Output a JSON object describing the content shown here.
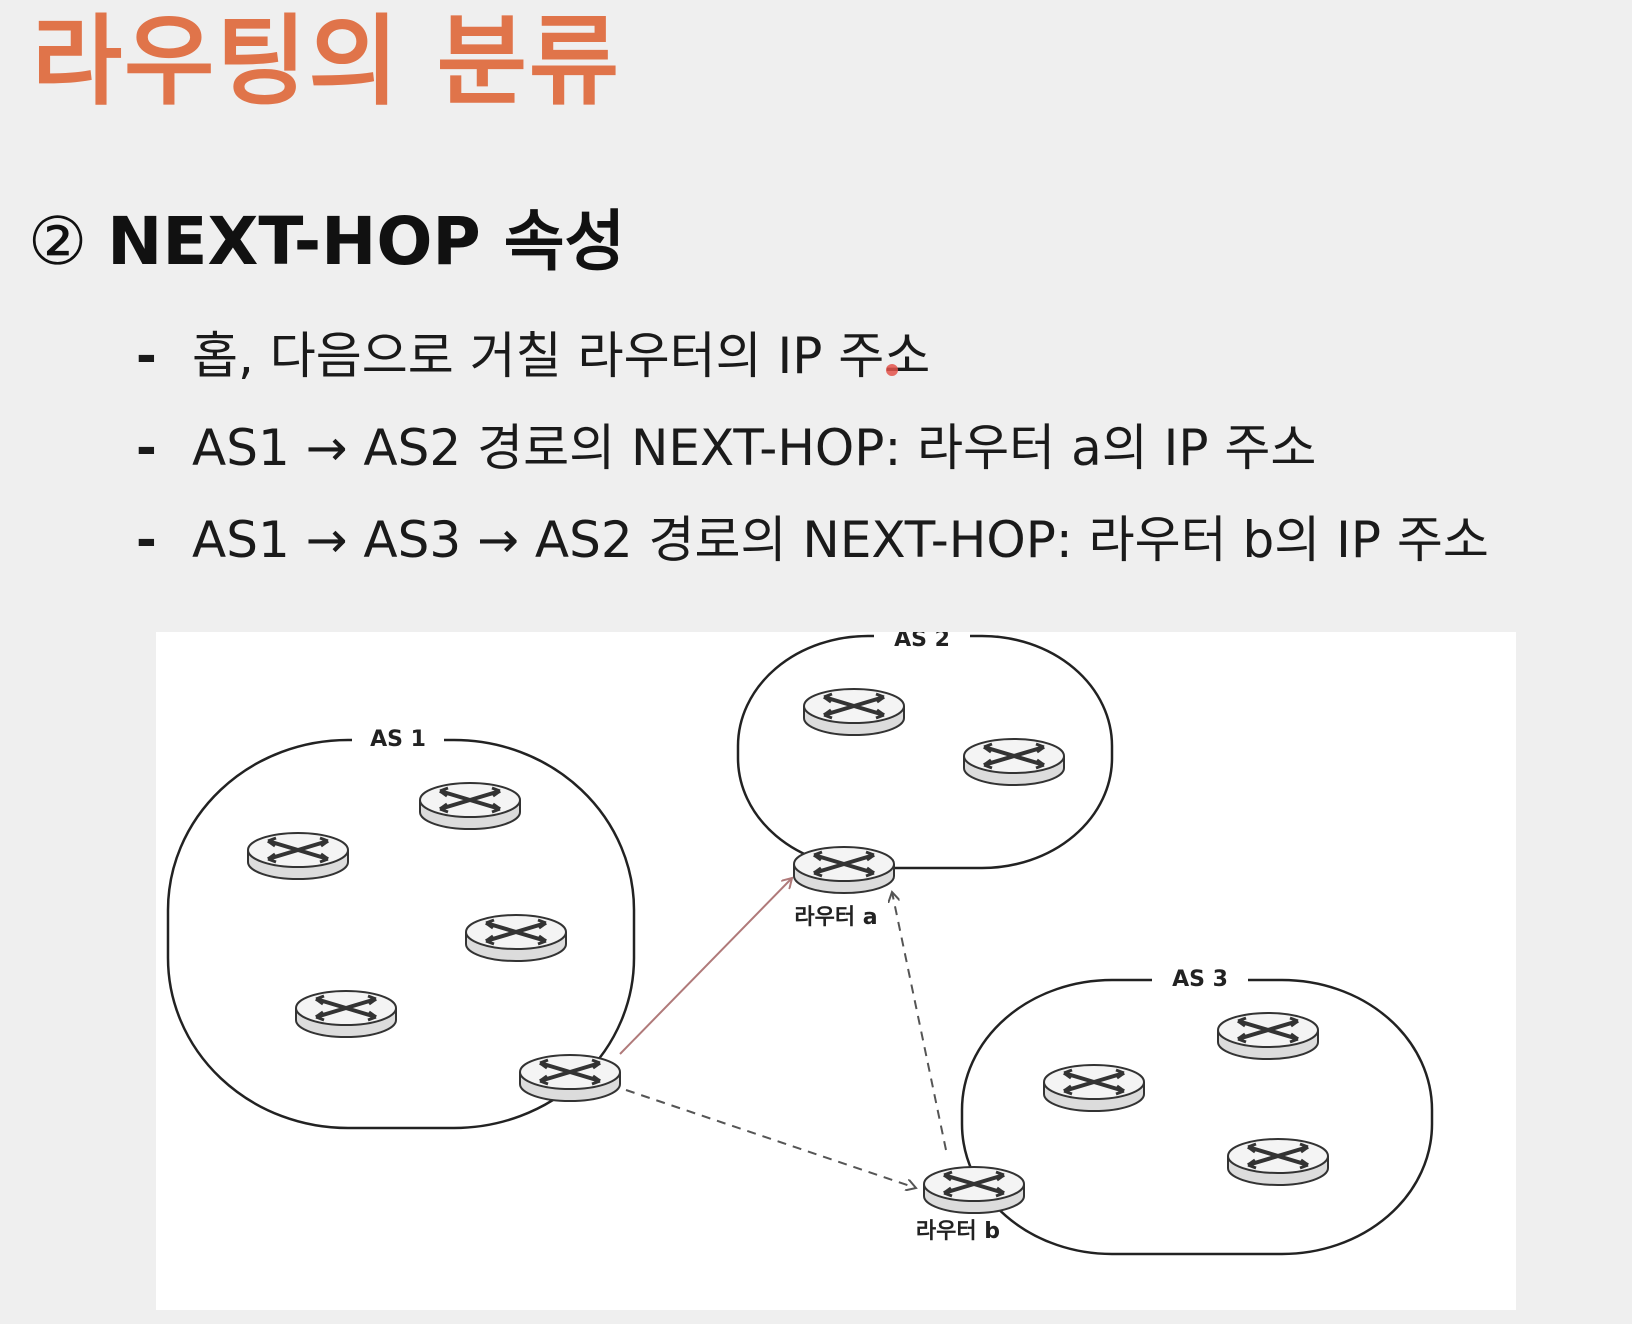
{
  "slide": {
    "title": "라우팅의 분류",
    "section_number": "②",
    "section_title": "NEXT-HOP 속성",
    "bullets": [
      "홉, 다음으로 거칠 라우터의 IP 주소",
      "AS1 → AS2 경로의 NEXT-HOP: 라우터 a의 IP 주소",
      "AS1 → AS3 → AS2 경로의 NEXT-HOP: 라우터 b의 IP 주소"
    ],
    "bullet_marker": "-"
  },
  "diagram": {
    "as_labels": {
      "as1": "AS 1",
      "as2": "AS 2",
      "as3": "AS 3"
    },
    "router_labels": {
      "router_a": "라우터 a",
      "router_b": "라우터 b"
    },
    "colors": {
      "title": "#e0744a",
      "direct_path": "#b07a7a",
      "via_as3_path": "#555555"
    }
  }
}
